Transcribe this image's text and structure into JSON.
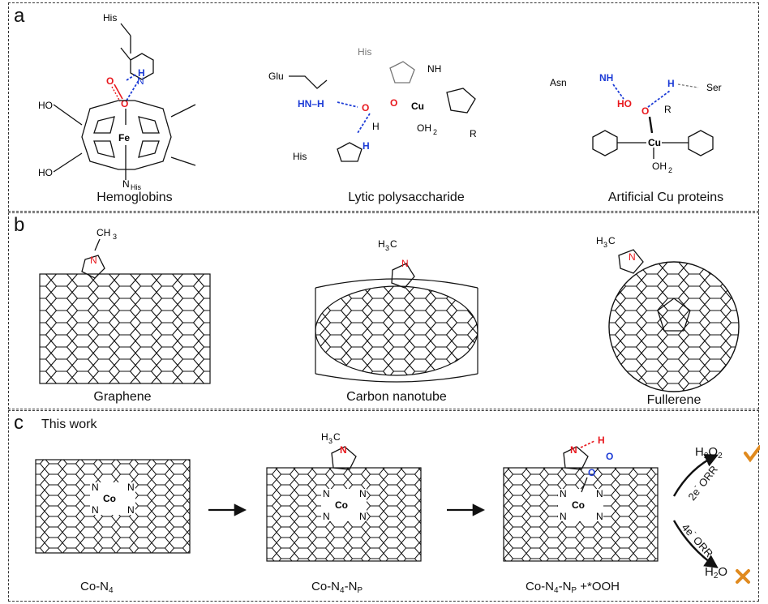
{
  "panel_a": {
    "letter": "a",
    "captions": {
      "hemoglobins": "Hemoglobins",
      "lytic": "Lytic polysaccharide",
      "artificial": "Artificial Cu proteins"
    },
    "labels": {
      "his": "His",
      "glu": "Glu",
      "asn": "Asn",
      "ser": "Ser",
      "fe": "Fe",
      "cu": "Cu",
      "n": "N",
      "o": "O",
      "h": "H",
      "nh": "NH",
      "hn": "HN",
      "hnh": "HN–H",
      "r": "R",
      "ho": "HO",
      "oh2": "OH",
      "two": "2",
      "nhis": "N",
      "his_sub": "His"
    }
  },
  "panel_b": {
    "letter": "b",
    "captions": {
      "graphene": "Graphene",
      "nanotube": "Carbon nanotube",
      "fullerene": "Fullerene"
    },
    "labels": {
      "ch": "CH",
      "three": "3",
      "hc": "H",
      "c": "C",
      "n": "N"
    }
  },
  "panel_c": {
    "letter": "c",
    "title": "This work",
    "captions": {
      "s1": {
        "main": "Co-N",
        "sub": "4"
      },
      "s2": {
        "main": "Co-N",
        "sub": "4",
        "mid": "-N",
        "sub2": "P"
      },
      "s3": {
        "main": "Co-N",
        "sub": "4",
        "mid": "-N",
        "sub2": "P",
        "tail": " +*OOH"
      }
    },
    "labels": {
      "co": "Co",
      "n": "N",
      "o": "O",
      "h": "H"
    },
    "products": {
      "h2o2": {
        "main": "H",
        "sub": "2",
        "mid": "O",
        "sub2": "2"
      },
      "h2o": {
        "main": "H",
        "sub": "2",
        "mid": "O"
      },
      "orr2": {
        "num": "2e",
        "sup": "-",
        "tail": " ORR"
      },
      "orr4": {
        "num": "4e",
        "sup": "-",
        "tail": " ORR"
      }
    },
    "colors": {
      "check": "#e08a1e",
      "cross": "#e08a1e",
      "red": "#e8181e",
      "blue": "#1d3cd6"
    }
  }
}
